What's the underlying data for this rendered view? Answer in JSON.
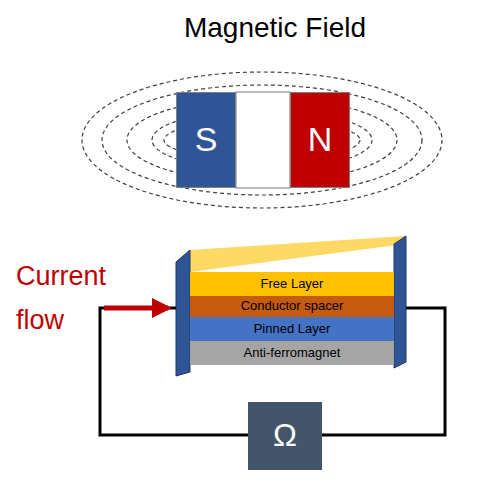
{
  "diagram": {
    "title": "Magnetic Field",
    "nodes": [
      {
        "text": [
          "S"
        ]
      },
      {
        "text": [
          "N"
        ]
      },
      {
        "text": [
          "Free Layer"
        ]
      },
      {
        "text": [
          "Conductor spacer"
        ]
      },
      {
        "text": [
          "Pinned Layer"
        ]
      },
      {
        "text": [
          "Anti-ferromagnet"
        ]
      },
      {
        "text": [
          "Ω"
        ]
      }
    ],
    "labels": [
      "Current flow"
    ]
  }
}
